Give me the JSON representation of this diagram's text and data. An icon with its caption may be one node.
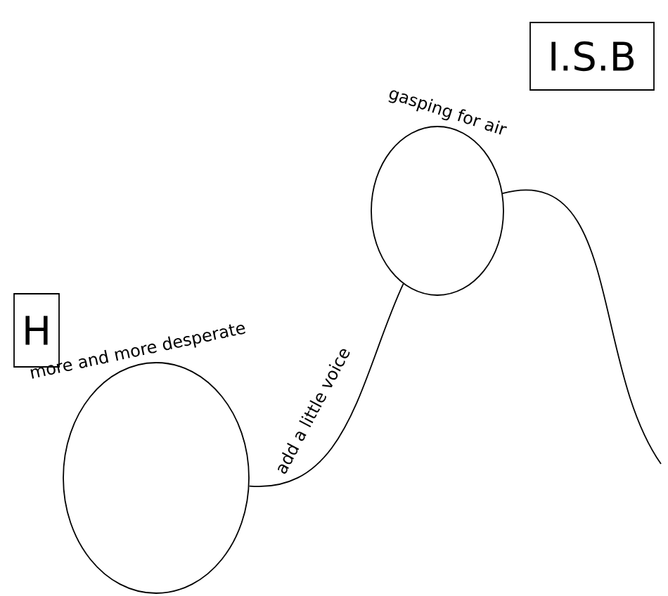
{
  "diagram": {
    "nodes": [
      {
        "text": [
          "H"
        ]
      },
      {
        "text": [
          "I.S.B"
        ]
      },
      {
        "text": [],
        "shape": "circle",
        "beside": [
          "more and more desperate"
        ]
      },
      {
        "text": [],
        "shape": "circle",
        "beside": [
          "gasping for air"
        ]
      }
    ],
    "edges": [
      {
        "from": 2,
        "to": 3,
        "arrow": "none",
        "label": "add a little voice"
      },
      {
        "from": 3,
        "to": null,
        "arrow": "none"
      }
    ]
  }
}
